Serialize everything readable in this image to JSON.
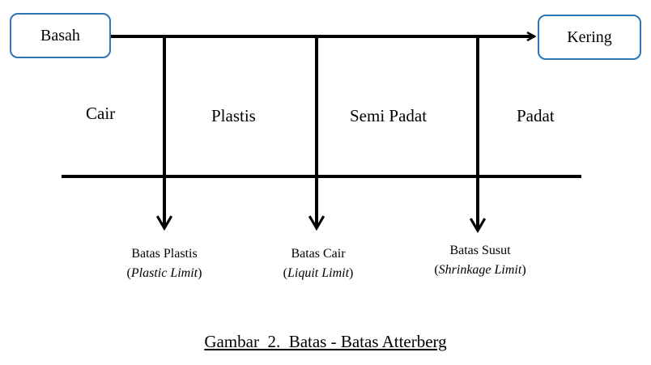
{
  "diagram": {
    "start_label": "Basah",
    "end_label": "Kering",
    "phases": [
      "Cair",
      "Plastis",
      "Semi Padat",
      "Padat"
    ],
    "limits": [
      {
        "name": "Batas Plastis",
        "open": "(",
        "english": "Plastic Limit",
        "close": ")"
      },
      {
        "name": "Batas Cair",
        "open": "(",
        "english": "Liquit Limit",
        "close": ")"
      },
      {
        "name": "Batas Susut",
        "open": "(",
        "english": "Shrinkage Limit",
        "close": ")"
      }
    ],
    "caption": "Gambar  2.  Batas - Batas Atterberg",
    "colors": {
      "box_border": "#2e75b6",
      "lines": "#000000"
    }
  }
}
